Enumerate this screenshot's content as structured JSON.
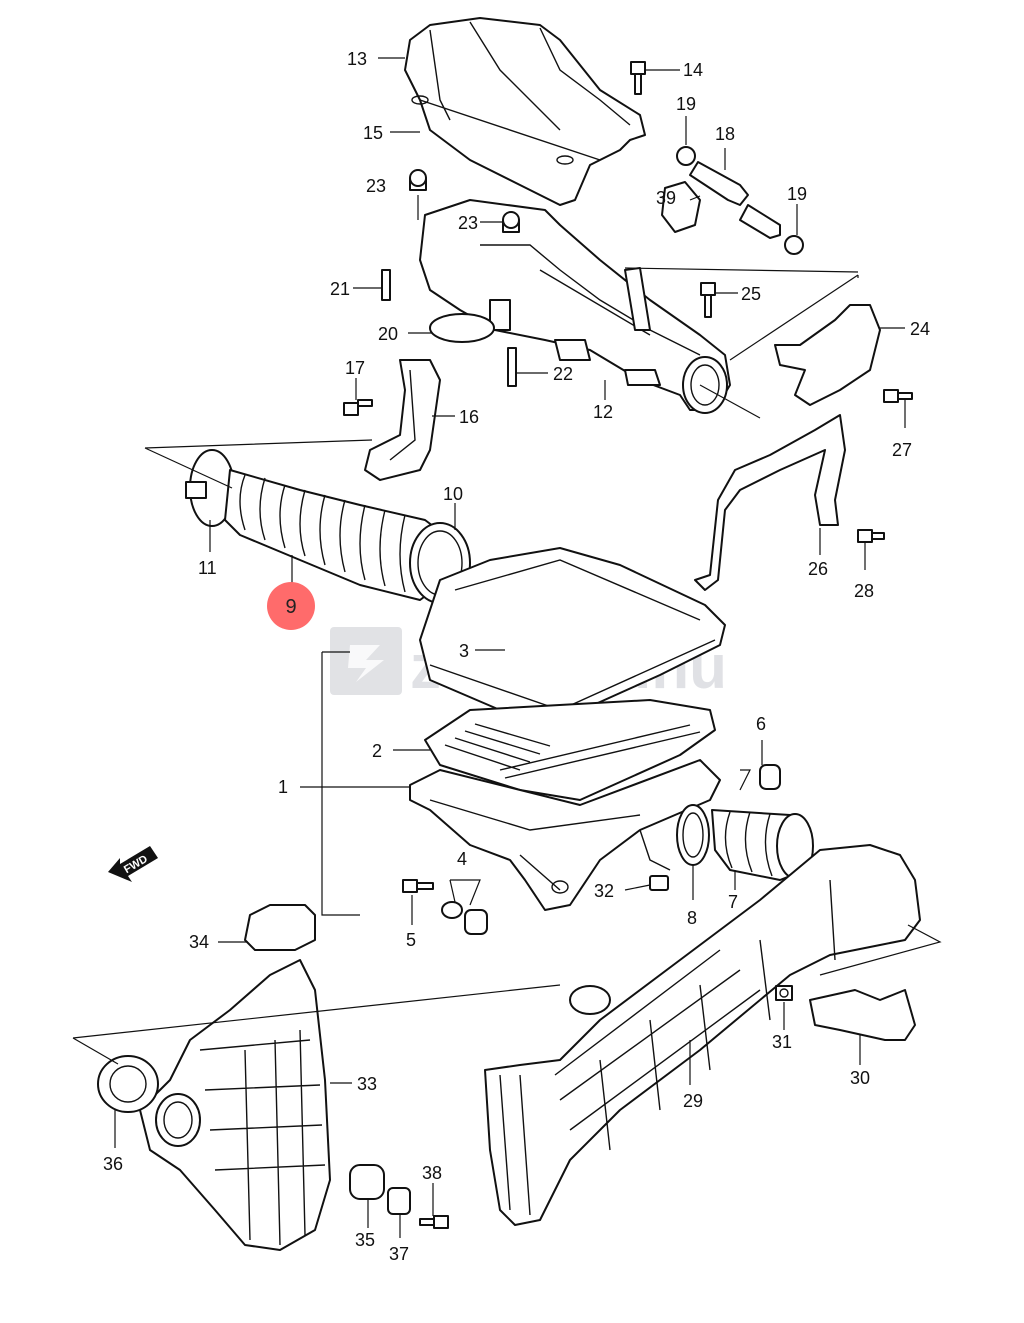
{
  "diagram": {
    "watermark": "zuki4x4.hu",
    "direction_label": "FWD",
    "highlight_color": "#ff6b6b",
    "highlighted_part": "9",
    "parts": [
      {
        "id": "1",
        "label": "1"
      },
      {
        "id": "2",
        "label": "2"
      },
      {
        "id": "3",
        "label": "3"
      },
      {
        "id": "4",
        "label": "4"
      },
      {
        "id": "5",
        "label": "5"
      },
      {
        "id": "6",
        "label": "6"
      },
      {
        "id": "7",
        "label": "7"
      },
      {
        "id": "8",
        "label": "8"
      },
      {
        "id": "9",
        "label": "9"
      },
      {
        "id": "10",
        "label": "10"
      },
      {
        "id": "11",
        "label": "11"
      },
      {
        "id": "12",
        "label": "12"
      },
      {
        "id": "13",
        "label": "13"
      },
      {
        "id": "14",
        "label": "14"
      },
      {
        "id": "15",
        "label": "15"
      },
      {
        "id": "16",
        "label": "16"
      },
      {
        "id": "17",
        "label": "17"
      },
      {
        "id": "18",
        "label": "18"
      },
      {
        "id": "19a",
        "label": "19"
      },
      {
        "id": "19b",
        "label": "19"
      },
      {
        "id": "20",
        "label": "20"
      },
      {
        "id": "21",
        "label": "21"
      },
      {
        "id": "22",
        "label": "22"
      },
      {
        "id": "23a",
        "label": "23"
      },
      {
        "id": "23b",
        "label": "23"
      },
      {
        "id": "24",
        "label": "24"
      },
      {
        "id": "25",
        "label": "25"
      },
      {
        "id": "26",
        "label": "26"
      },
      {
        "id": "27",
        "label": "27"
      },
      {
        "id": "28",
        "label": "28"
      },
      {
        "id": "29",
        "label": "29"
      },
      {
        "id": "30",
        "label": "30"
      },
      {
        "id": "31",
        "label": "31"
      },
      {
        "id": "32",
        "label": "32"
      },
      {
        "id": "33",
        "label": "33"
      },
      {
        "id": "34",
        "label": "34"
      },
      {
        "id": "35",
        "label": "35"
      },
      {
        "id": "36",
        "label": "36"
      },
      {
        "id": "37",
        "label": "37"
      },
      {
        "id": "38",
        "label": "38"
      },
      {
        "id": "39",
        "label": "39"
      }
    ]
  }
}
